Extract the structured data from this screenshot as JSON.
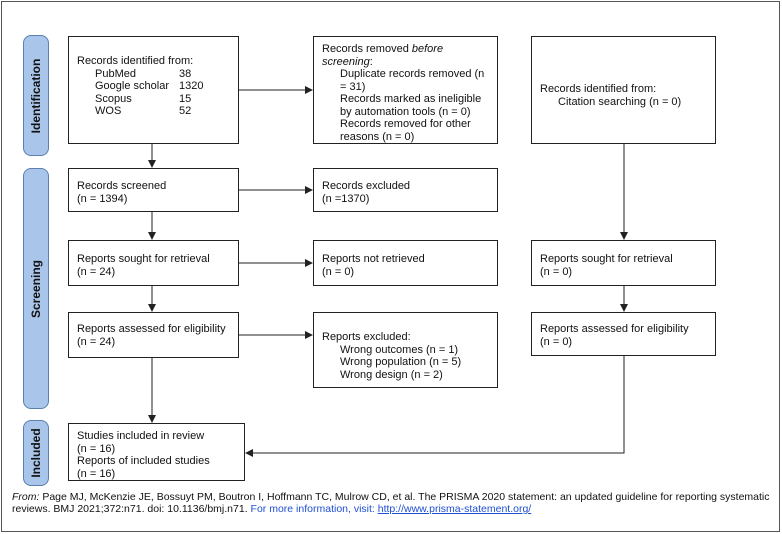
{
  "phases": {
    "identification": "Identification",
    "screening": "Screening",
    "included": "Included"
  },
  "identified": {
    "heading": "Records identified from:",
    "databases": [
      {
        "name": "PubMed",
        "count": "38"
      },
      {
        "name": "Google scholar",
        "count": "1320"
      },
      {
        "name": "Scopus",
        "count": "15"
      },
      {
        "name": "WOS",
        "count": "52"
      }
    ]
  },
  "removed": {
    "heading_pre": "Records removed ",
    "heading_em": "before screening",
    "heading_post": ":",
    "items": [
      "Duplicate records removed (n = 31)",
      "Records marked as ineligible by automation tools (n = 0)",
      "Records removed for other reasons (n = 0)"
    ]
  },
  "other_identified": {
    "line1": "Records identified from:",
    "line2": "Citation searching (n = 0)"
  },
  "screened": {
    "line1": "Records screened",
    "line2": "(n = 1394)"
  },
  "excluded": {
    "line1": "Records excluded",
    "line2": "(n =1370)"
  },
  "sought": {
    "line1": "Reports sought for retrieval",
    "line2": "(n = 24)"
  },
  "not_retrieved": {
    "line1": "Reports not retrieved",
    "line2": "(n = 0)"
  },
  "other_sought": {
    "line1": "Reports sought for retrieval",
    "line2": "(n = 0)"
  },
  "assessed": {
    "line1": "Reports assessed for eligibility",
    "line2": "(n = 24)"
  },
  "reports_excluded": {
    "heading": "Reports excluded:",
    "items": [
      "Wrong outcomes (n = 1)",
      "Wrong population (n = 5)",
      "Wrong design (n = 2)"
    ]
  },
  "other_assessed": {
    "line1": "Reports assessed for eligibility",
    "line2": "(n = 0)"
  },
  "included": {
    "line1": "Studies included in review",
    "line2": "(n = 16)",
    "line3": "Reports of included studies",
    "line4": "(n = 16)"
  },
  "footer": {
    "from": "From:",
    "citation": "  Page MJ, McKenzie JE, Bossuyt PM, Boutron I, Hoffmann TC, Mulrow CD, et al. The PRISMA 2020 statement: an updated guideline for reporting systematic reviews. BMJ 2021;372:n71. doi: 10.1136/bmj.n71. ",
    "more": "For more information, visit: ",
    "link": "http://www.prisma-statement.org/"
  }
}
